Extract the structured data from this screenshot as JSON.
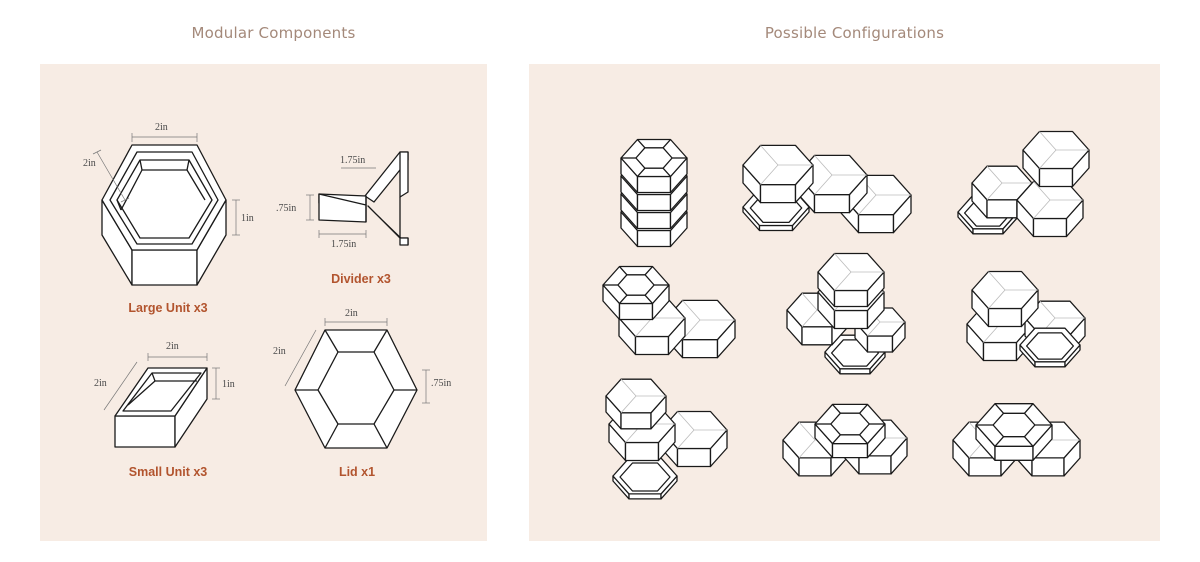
{
  "headings": {
    "left": "Modular Components",
    "right": "Possible Configurations"
  },
  "components": {
    "large_unit": {
      "label": "Large Unit x3",
      "width": "2in",
      "side": "2in",
      "height": "1in"
    },
    "divider": {
      "label": "Divider x3",
      "arm_top": "1.75in",
      "arm_bottom": "1.75in",
      "height": ".75in"
    },
    "small_unit": {
      "label": "Small Unit x3",
      "width": "2in",
      "side": "2in",
      "height": "1in"
    },
    "lid": {
      "label": "Lid x1",
      "width": "2in",
      "side": "2in",
      "height": ".75in"
    }
  },
  "colors": {
    "panel": "#f7ece4",
    "heading": "#a4897a",
    "caption": "#b2542e",
    "line": "#1a1a1a"
  }
}
